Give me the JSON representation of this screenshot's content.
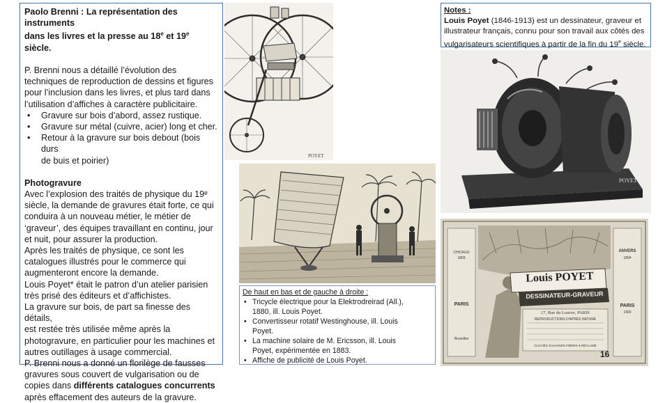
{
  "main": {
    "title_line1": "Paolo Brenni : La représentation des instruments",
    "title_line2_pre": "dans les livres et la presse au 18",
    "title_sup1": "e",
    "title_line2_mid": " et 19",
    "title_sup2": "e",
    "title_line2_post": " siècle.",
    "intro_lines": [
      "P. Brenni nous a détaillé l’évolution des",
      "techniques de reproduction de dessins et figures",
      "pour l’inclusion dans les livres, et plus tard dans",
      "l’utilisation d’affiches à caractère publicitaire."
    ],
    "bullets": [
      [
        "Gravure sur bois d’abord, assez rustique."
      ],
      [
        "Gravure sur métal (cuivre, acier) long et cher."
      ],
      [
        "Retour à la gravure sur bois debout (bois durs",
        "de buis et poirier)"
      ]
    ],
    "photogravure_heading": "Photogravure",
    "body_lines": [
      "Avec l’explosion des traités de physique du 19ᵉ",
      "siècle, la demande de gravures était forte, ce qui",
      "conduira à un nouveau métier, le métier de",
      "‘graveur’, des équipes travaillant en continu, jour",
      "et nuit, pour assurer la production.",
      "Après les traités de physique, ce sont les",
      "catalogues illustrés pour le commerce qui",
      "augmenteront encore la demande.",
      "Louis Poyet* était le patron d’un atelier parisien",
      "très prisé des éditeurs et d’affichistes.",
      "La gravure sur bois, de part sa finesse des détails,",
      "est restée très utilisée même après la",
      "photogravure, en particulier pour les machines et",
      "autres outillages à usage commercial.",
      "P. Brenni nous a donné un florilège de fausses",
      "gravures sous couvert de vulgarisation ou de"
    ],
    "last_pre": "copies dans ",
    "last_bold": "différents catalogues concurrents",
    "final_line": "après effacement des auteurs de la gravure."
  },
  "notes": {
    "title": "Notes :",
    "name": "Louis Poyet",
    "line1_rest": " (1846-1913) est un dessinateur, graveur et",
    "line2": "illustrateur français, connu pour son travail aux côtés des",
    "line3_pre": "vulgarisateurs scientifiques à partir de la fin du 19",
    "line3_sup": "e",
    "line3_post": " siècle."
  },
  "caption": {
    "title": "De haut en bas et de gauche à droite :",
    "items": [
      [
        "Tricycle électrique pour la Elektrodreirad (All.),",
        "1880, ill. Louis Poyet."
      ],
      [
        "Convertisseur rotatif Westinghouse, ill. Louis",
        "Poyet."
      ],
      [
        "La machine solaire de M. Ericsson, ill. Louis",
        "Poyet, expérimentée en 1883."
      ],
      [
        "Affiche de publicité de Louis Poyet."
      ]
    ]
  },
  "images": {
    "tricycle_signature": "POYET",
    "converter_signature": "POYET",
    "poster_name": "Louis POYET",
    "poster_subtitle": "DESSINATEUR-GRAVEUR",
    "poster_address": "17, Rue du Louvre, PARIS",
    "poster_left_city": "CHICAGO",
    "poster_left_paris": "PARIS",
    "poster_left_bxl": "Bruxelles",
    "poster_right_city": "ANVERS",
    "poster_right_paris": "PARIS",
    "poster_right_year1": "1894",
    "poster_right_year2": "1900",
    "poster_left_year": "1893",
    "poster_bottom": "REPRODUCTIONS D'APRÈS NATURE",
    "poster_bottom2": "CLICHÉS GALVANOS FIBRES & RÉCLAME"
  },
  "page_number": "16"
}
